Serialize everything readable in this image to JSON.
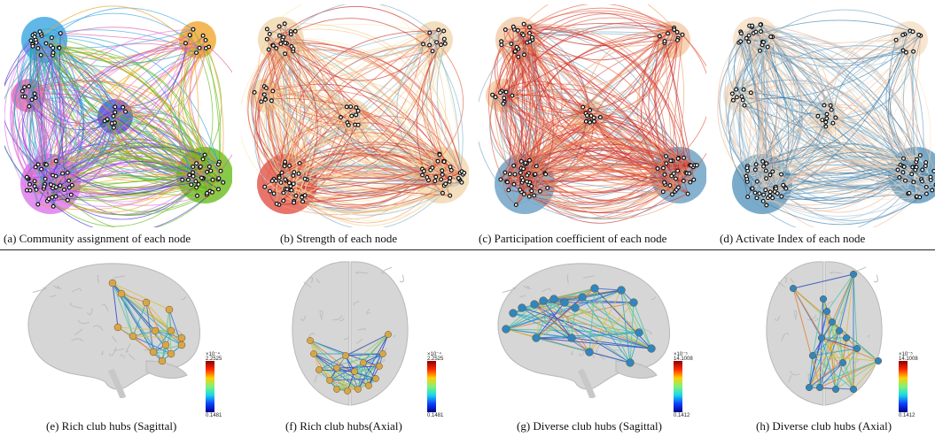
{
  "top_captions": [
    "(a) Community assignment of each node",
    "(b) Strength of each node",
    "(c) Participation coefficient of each node",
    "(d) Activate Index of each node"
  ],
  "bottom_captions": [
    "(e) Rich club hubs (Sagittal)",
    "(f) Rich club hubs(Axial)",
    "(g) Diverse club hubs (Sagittal)",
    "(h) Diverse club hubs (Axial)"
  ],
  "colorbars": [
    {
      "exp": "×10⁻⁴",
      "max": "2.2525",
      "min": "0.1481"
    },
    {
      "exp": "×10⁻⁴",
      "max": "2.2525",
      "min": "0.1481"
    },
    {
      "exp": "×10⁻⁵",
      "max": "14.1008",
      "min": "0.1412"
    },
    {
      "exp": "×10⁻⁵",
      "max": "14.1008",
      "min": "0.1412"
    }
  ],
  "colors": {
    "community": [
      "#2b9fe0",
      "#e05c9f",
      "#4a2bd6",
      "#f0a020",
      "#d86ee8",
      "#5fb80e",
      "#16a6a0",
      "#8a8a8a"
    ],
    "node_edge": "#111111",
    "rich_node": "#d8a64a",
    "diverse_node": "#2f86c0",
    "brain": "#d6d6d6"
  }
}
